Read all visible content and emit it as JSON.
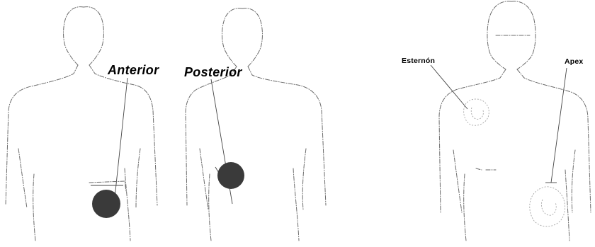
{
  "figure": {
    "labels": {
      "anterior": "Anterior",
      "posterior": "Posterior",
      "sternum": "Esternón",
      "apex": "Apex"
    }
  }
}
